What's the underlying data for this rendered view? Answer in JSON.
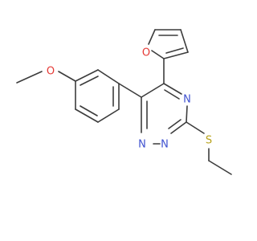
{
  "molecule": {
    "atoms": {
      "o_methoxy": "O",
      "o_furan": "O",
      "n4": "N",
      "n1": "N",
      "n2": "N",
      "s": "S"
    },
    "colors": {
      "bond": "#3c3c3c",
      "oxygen": "#e53935",
      "nitrogen": "#3f51d0",
      "sulfur": "#b8a21a"
    }
  }
}
